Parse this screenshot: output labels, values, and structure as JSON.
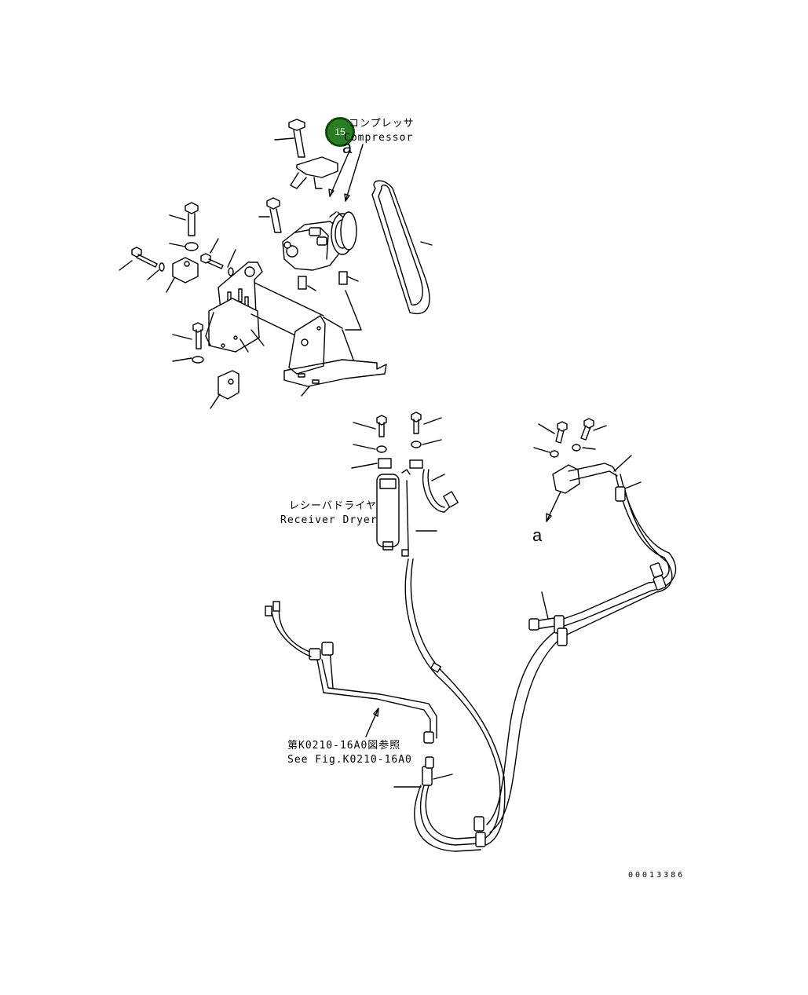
{
  "badge": {
    "number": "15",
    "color": "#2a7d23"
  },
  "labels": {
    "compressor_jp": "コンプレッサ",
    "compressor_en": "Compressor",
    "ref_a_top": "a",
    "ref_a_bottom": "a",
    "receiver_dryer_jp": "レシーバドライヤ",
    "receiver_dryer_en": "Receiver Dryer",
    "see_fig_jp": "第K0210-16A0図参照",
    "see_fig_en": "See Fig.K0210-16A0",
    "drawing_number": "00013386"
  }
}
